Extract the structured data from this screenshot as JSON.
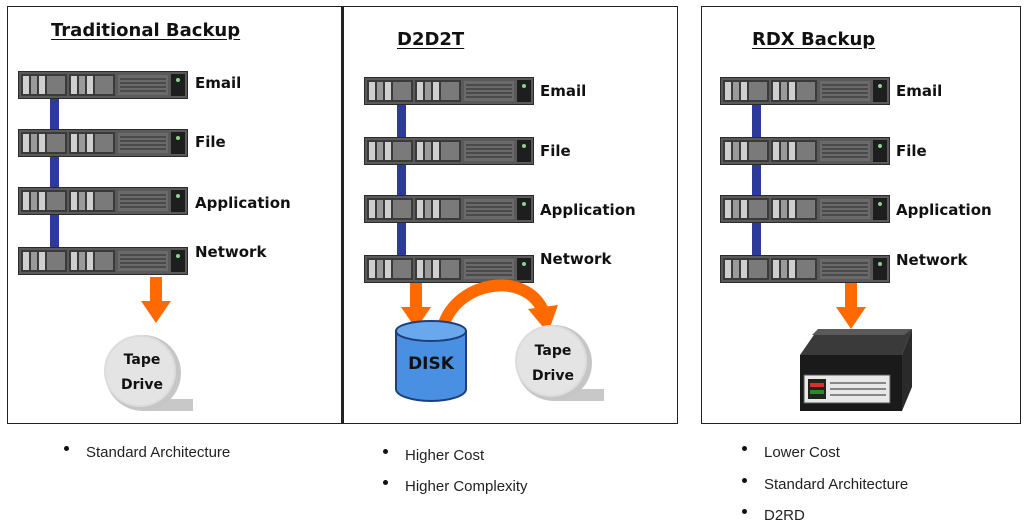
{
  "panels": [
    {
      "title": "Traditional Backup",
      "servers": [
        "Email",
        "File",
        "Application",
        "Network"
      ],
      "target": "Tape Drive"
    },
    {
      "title": "D2D2T",
      "servers": [
        "Email",
        "File",
        "Application",
        "Network"
      ],
      "disk_label": "DISK",
      "target": "Tape Drive"
    },
    {
      "title": "RDX Backup",
      "servers": [
        "Email",
        "File",
        "Application",
        "Network"
      ],
      "target": "RDX"
    }
  ],
  "tape": {
    "line1": "Tape",
    "line2": "Drive"
  },
  "bullets": {
    "traditional": [
      "Standard Architecture"
    ],
    "d2d2t": [
      "Higher Cost",
      "Higher Complexity"
    ],
    "rdx": [
      "Lower Cost",
      "Standard Architecture",
      "D2RD"
    ]
  },
  "colors": {
    "arrow": "#ff6a00",
    "connector": "#2e3a9a",
    "disk": "#4a90e2",
    "server": "#3a3a3a",
    "tape": "#d4d4d4"
  }
}
